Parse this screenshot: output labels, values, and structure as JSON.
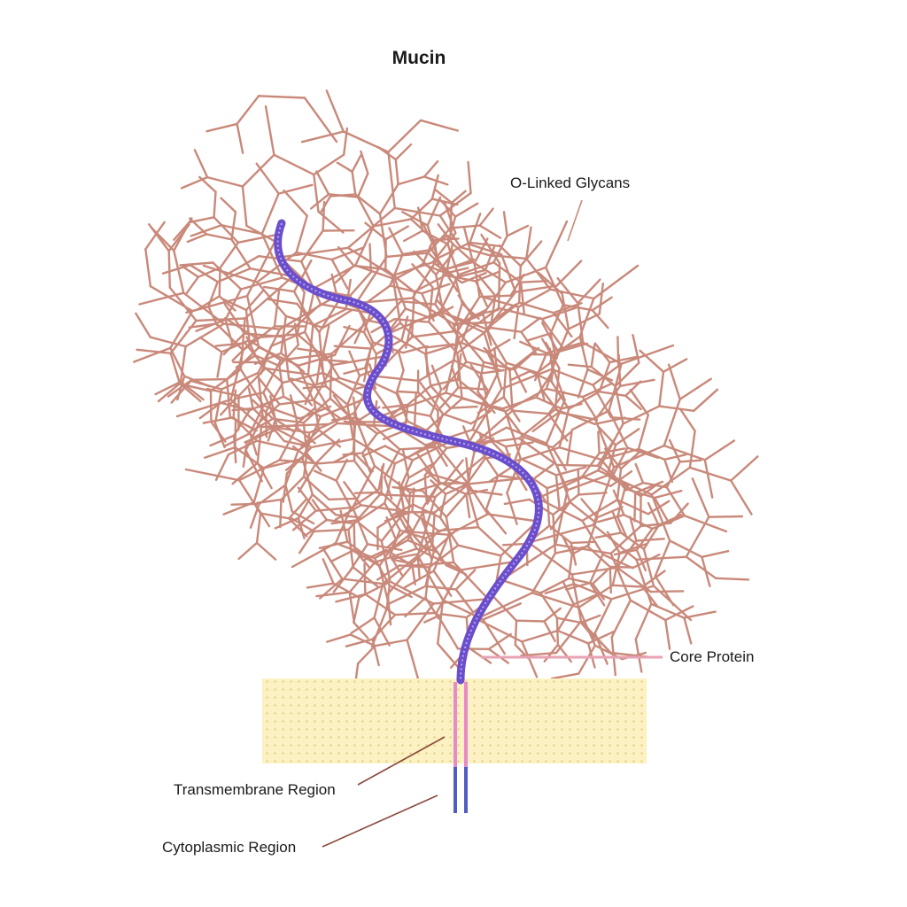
{
  "title": "Mucin",
  "labels": {
    "glycans": "O-Linked Glycans",
    "core_protein": "Core Protein",
    "transmembrane": "Transmembrane Region",
    "cytoplasmic": "Cytoplasmic Region"
  },
  "colors": {
    "glycan": "#c9897a",
    "core_protein": "#7b5fd6",
    "core_protein_highlight": "#b8a6f2",
    "transmembrane": "#e88ac8",
    "cytoplasmic": "#4e5cc4",
    "membrane_fill": "#fbf1c2",
    "membrane_dots": "#e6d78a",
    "core_leader": "#e7a3b3",
    "leader": "#8a4a3c"
  }
}
